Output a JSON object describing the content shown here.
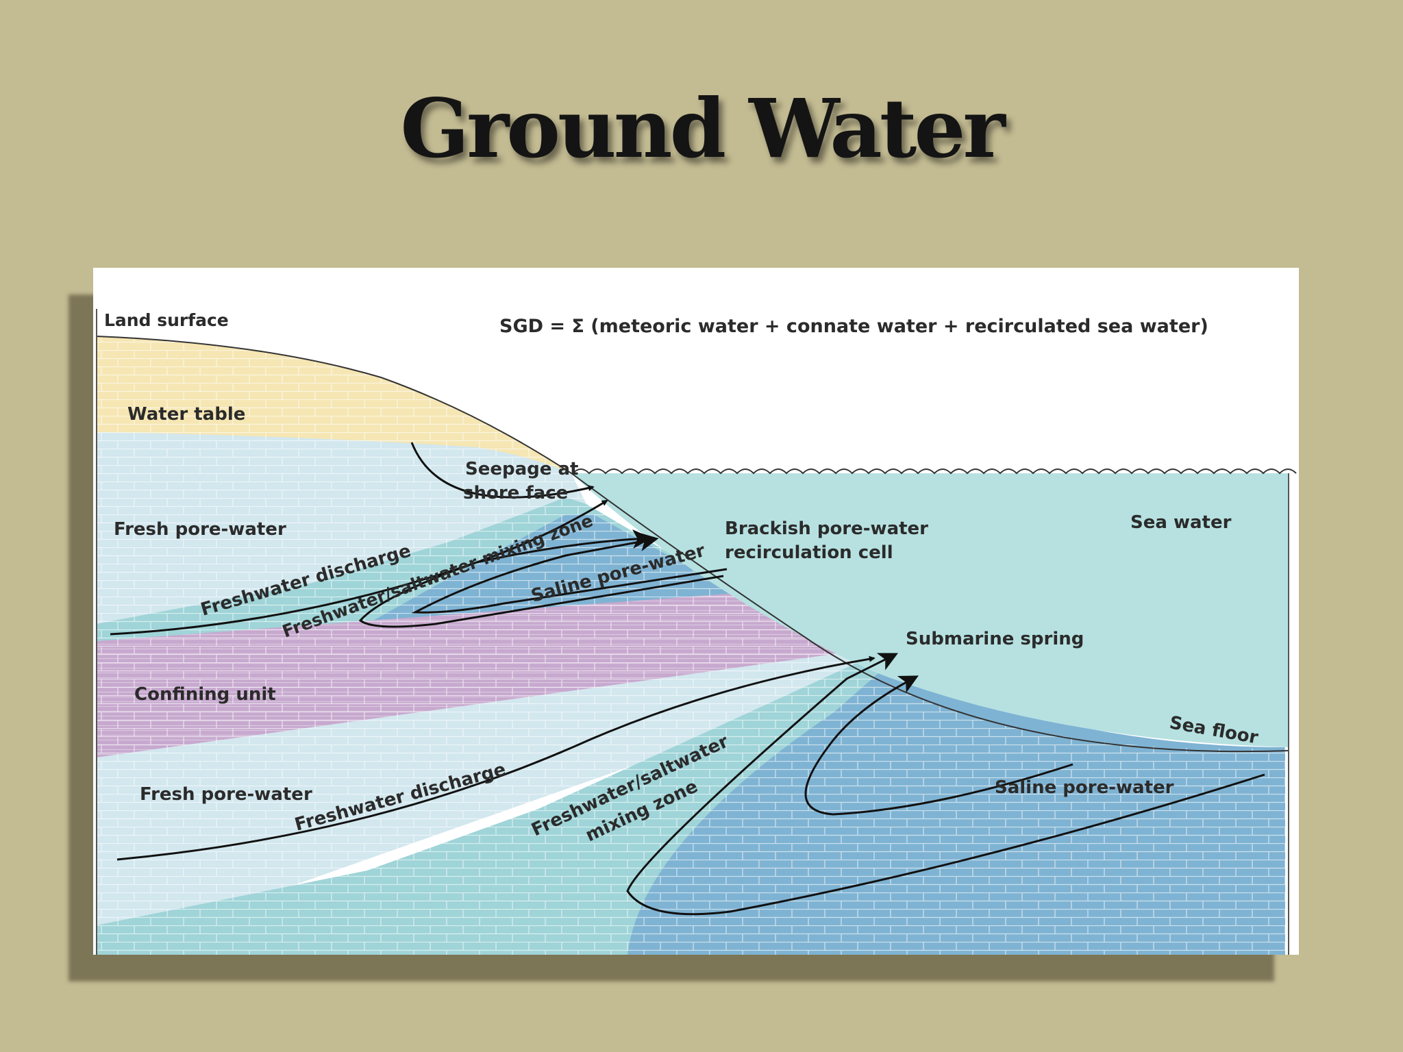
{
  "slide": {
    "title": "Ground Water"
  },
  "diagram": {
    "equation": "SGD =  Σ (meteoric water + connate water + recirculated sea water)",
    "labels": {
      "land_surface": "Land surface",
      "water_table": "Water table",
      "seepage_line1": "Seepage at",
      "seepage_line2": "shore face",
      "fresh_pore_water_upper": "Fresh pore-water",
      "freshwater_discharge_upper": "Freshwater discharge",
      "mixing_zone_upper": "Freshwater/saltwater mixing zone",
      "saline_pore_water_upper": "Saline pore-water",
      "brackish_line1": "Brackish pore-water",
      "brackish_line2": "recirculation cell",
      "sea_water": "Sea water",
      "submarine_spring": "Submarine spring",
      "confining_unit": "Confining unit",
      "sea_floor": "Sea floor",
      "fresh_pore_water_lower": "Fresh pore-water",
      "freshwater_discharge_lower": "Freshwater discharge",
      "mixing_zone_lower_line1": "Freshwater/saltwater",
      "mixing_zone_lower_line2": "mixing zone",
      "saline_pore_water_lower": "Saline pore-water"
    },
    "colors": {
      "unsaturated_zone": "#f5e6b3",
      "fresh_aquifer": "#d2e7ee",
      "mixing_zone": "#9fd4d8",
      "saline_aquifer": "#7fb3d3",
      "confining_unit": "#c7a9cf",
      "sea_water": "#b7e1e1",
      "flow_arrows": "#111111"
    }
  }
}
